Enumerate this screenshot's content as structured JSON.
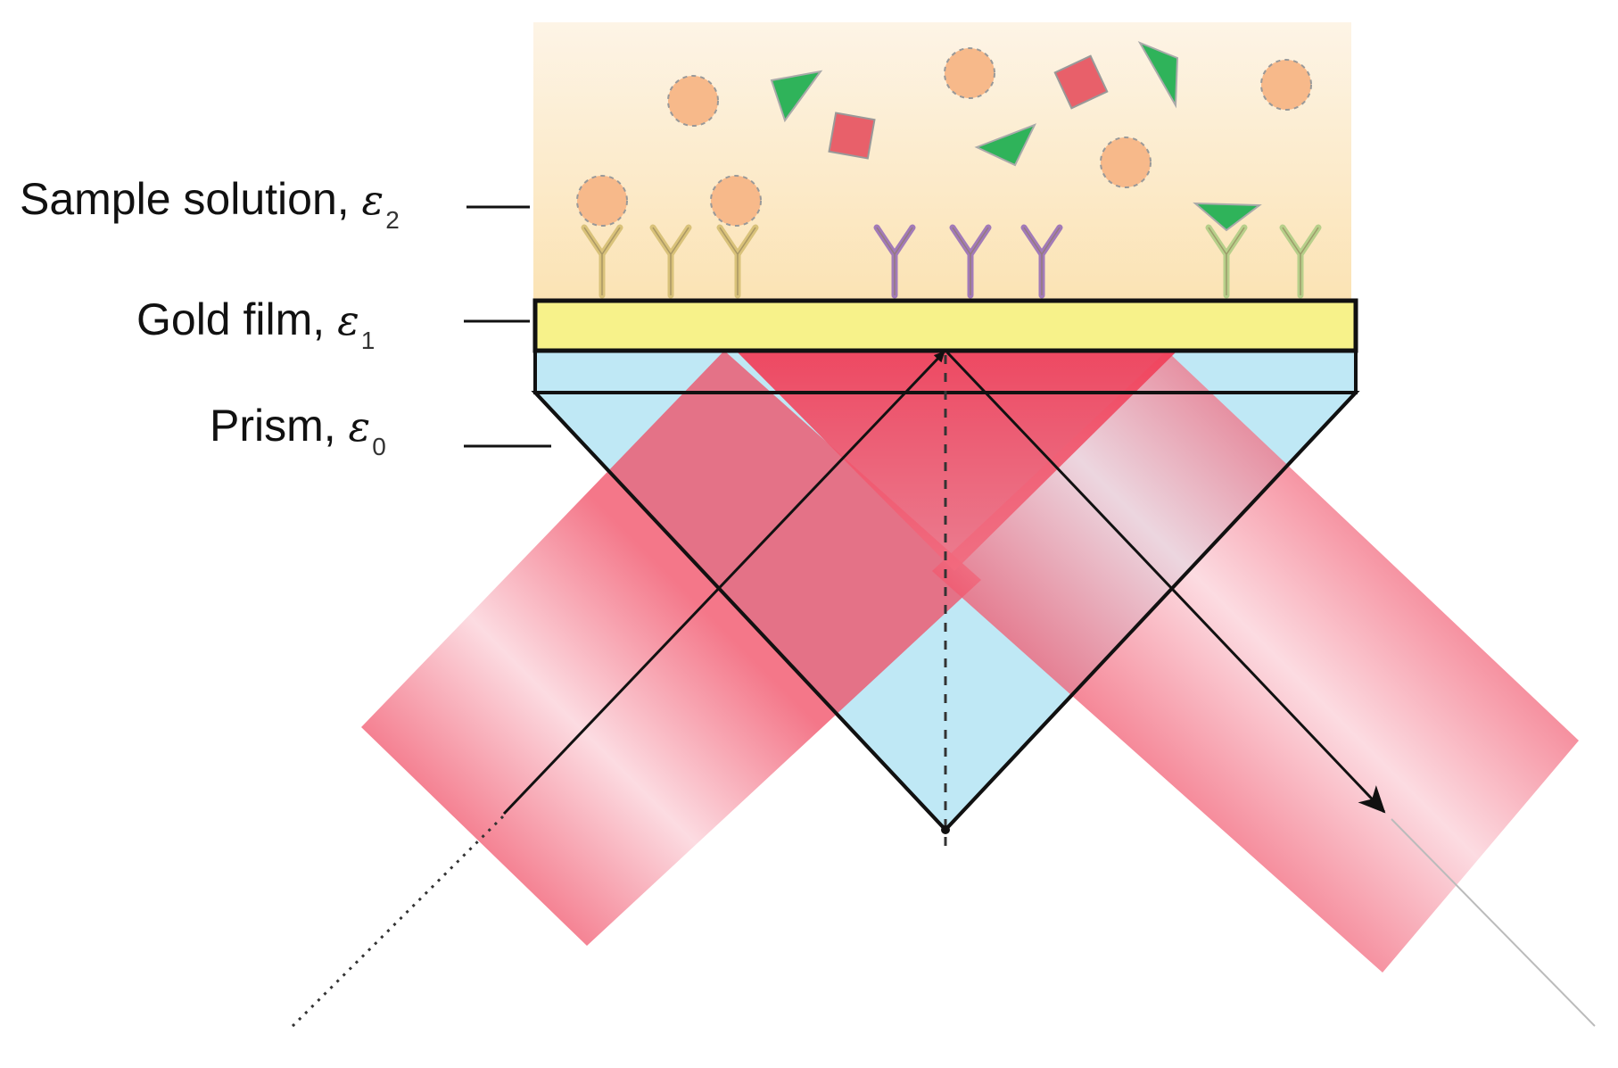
{
  "labels": {
    "sample": {
      "text": "Sample solution, ",
      "symbol": "ε",
      "subscript": "2"
    },
    "gold": {
      "text": "Gold film, ",
      "symbol": "ε",
      "subscript": "1"
    },
    "prism": {
      "text": "Prism, ",
      "symbol": "ε",
      "subscript": "0"
    }
  },
  "colors": {
    "solution": "#fbe6bf",
    "gold_film": "#f7f28a",
    "prism": "#bfe8f5",
    "beam": "#f25a6e",
    "analyte_circle": "#f7b98a",
    "analyte_triangle": "#2fb35a",
    "analyte_square": "#e8606a",
    "antibody_yellow": "#d9c27a",
    "antibody_purple": "#a27ab8",
    "antibody_green": "#b7cf8a"
  },
  "icons": [
    "antibody-icon",
    "analyte-circle-icon",
    "analyte-triangle-icon",
    "analyte-square-icon",
    "arrow-icon"
  ]
}
